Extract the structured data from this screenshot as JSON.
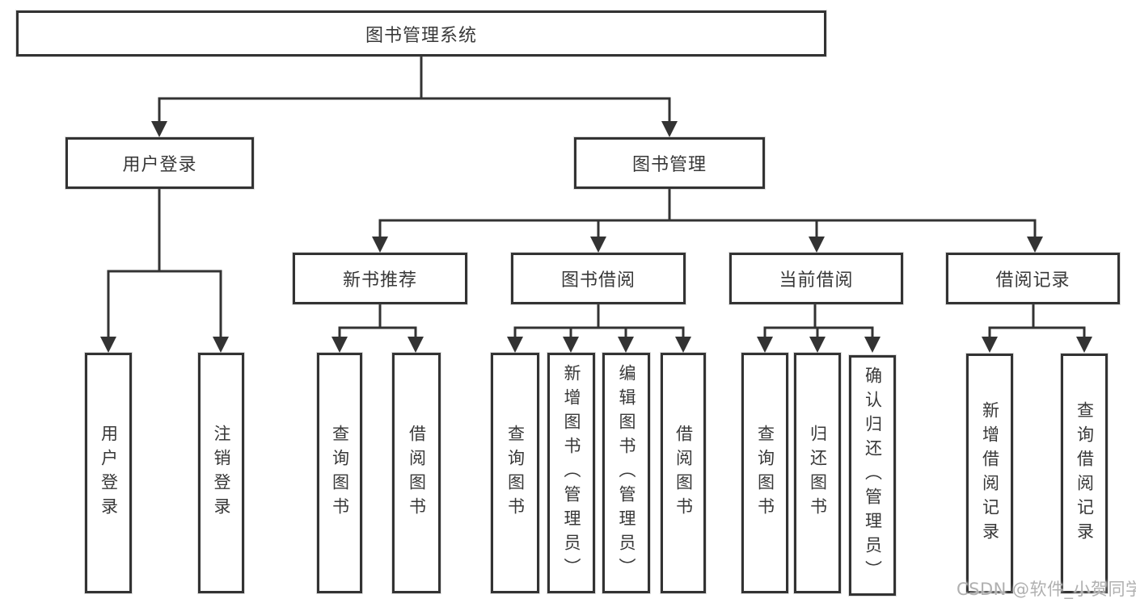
{
  "tree": {
    "label": "图书管理系统",
    "children": [
      {
        "label": "用户登录",
        "children": [
          {
            "label": "用户登录"
          },
          {
            "label": "注销登录"
          }
        ]
      },
      {
        "label": "图书管理",
        "children": [
          {
            "label": "新书推荐",
            "children": [
              {
                "label": "查询图书"
              },
              {
                "label": "借阅图书"
              }
            ]
          },
          {
            "label": "图书借阅",
            "children": [
              {
                "label": "查询图书"
              },
              {
                "label": "新增图书（管理员）"
              },
              {
                "label": "编辑图书（管理员）"
              },
              {
                "label": "借阅图书"
              }
            ]
          },
          {
            "label": "当前借阅",
            "children": [
              {
                "label": "查询图书"
              },
              {
                "label": "归还图书"
              },
              {
                "label": "确认归还（管理员）"
              }
            ]
          },
          {
            "label": "借阅记录",
            "children": [
              {
                "label": "新增借阅记录"
              },
              {
                "label": "查询借阅记录"
              }
            ]
          }
        ]
      }
    ]
  },
  "watermark": {
    "text": "CSDN @软件_小贺同学"
  },
  "colors": {
    "line": "#333333",
    "text": "#383838",
    "background": "#ffffff",
    "watermark": "#b0b0b0"
  }
}
